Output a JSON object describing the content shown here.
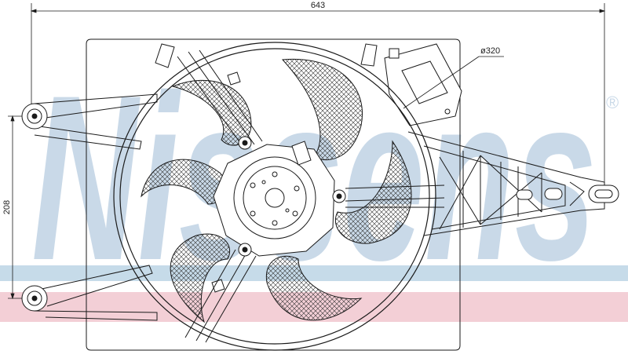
{
  "watermark": {
    "text": "Nissens",
    "registered": "®"
  },
  "dimensions": {
    "width_label": "643",
    "height_label": "208",
    "diameter_label": "ø320"
  },
  "colors": {
    "line": "#1a1a1a",
    "watermark_blue": "#c9d9e8",
    "band_blue": "#c6dbe9",
    "band_pink": "#f3cfd6"
  }
}
